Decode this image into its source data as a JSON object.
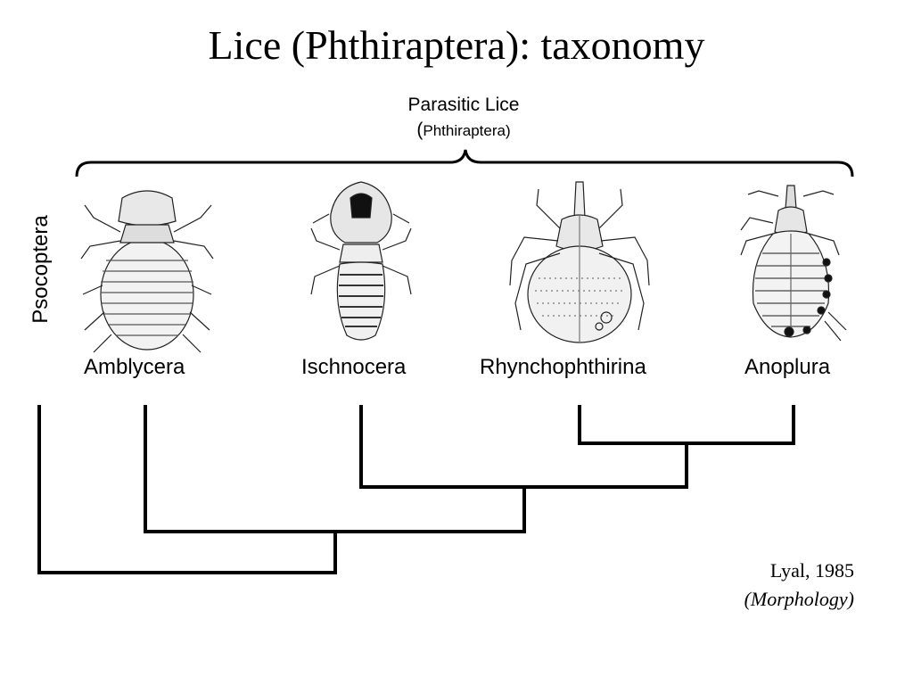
{
  "title": "Lice (Phthiraptera): taxonomy",
  "group": {
    "name": "Parasitic Lice",
    "sub_open": "(",
    "sub_name": "Phthiraptera)"
  },
  "outgroup": "Psocoptera",
  "taxa": [
    "Amblycera",
    "Ischnocera",
    "Rhynchophthirina",
    "Anoplura"
  ],
  "citation": {
    "author_year": "Lyal, 1985",
    "method": "(Morphology)"
  }
}
